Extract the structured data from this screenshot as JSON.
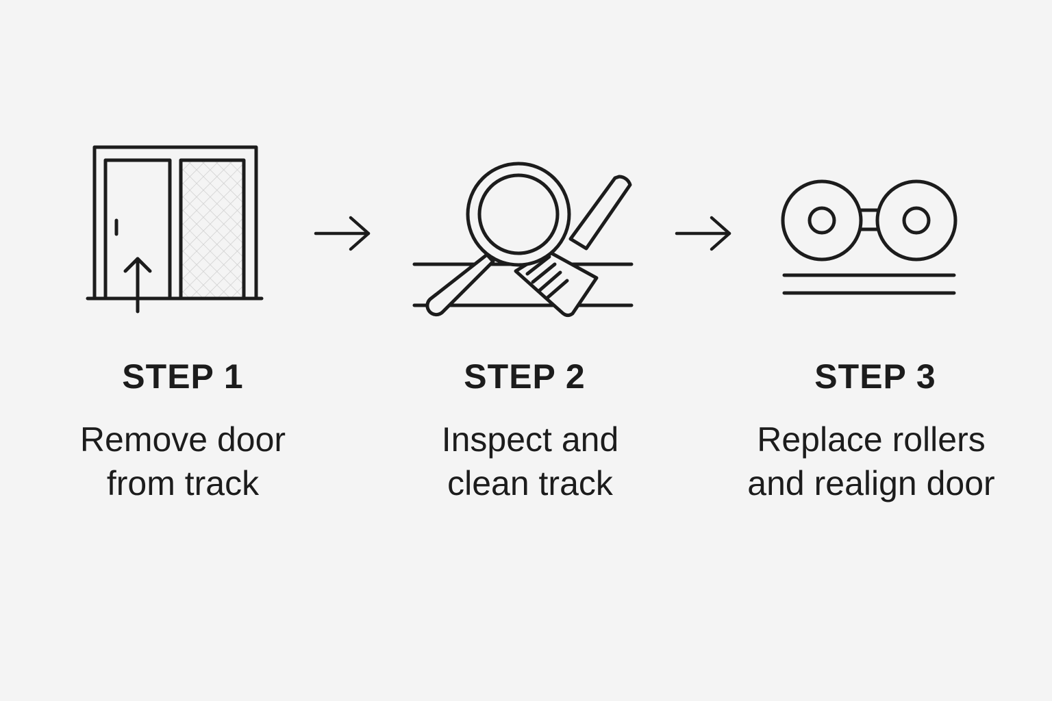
{
  "steps": [
    {
      "title": "STEP 1",
      "description_line1": "Remove door",
      "description_line2": "from track",
      "icon": "sliding-door-icon"
    },
    {
      "title": "STEP 2",
      "description_line1": "Inspect and",
      "description_line2": "clean track",
      "icon": "magnifier-brush-icon"
    },
    {
      "title": "STEP 3",
      "description_line1": "Replace rollers",
      "description_line2": "and realign door",
      "icon": "rollers-icon"
    }
  ],
  "connectors": [
    "arrow-right-icon",
    "arrow-right-icon"
  ],
  "colors": {
    "background": "#f4f4f4",
    "ink": "#1c1c1c",
    "glass_hatch": "#cfcfcf"
  }
}
